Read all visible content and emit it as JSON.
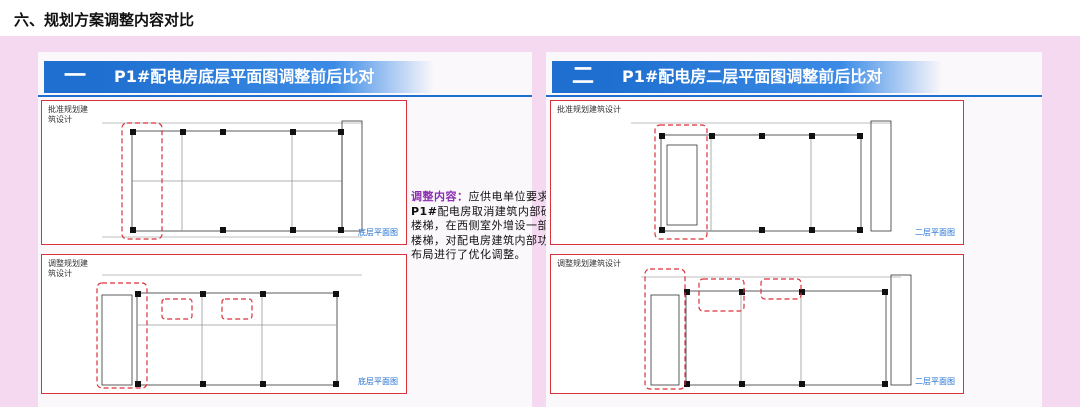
{
  "page_title": "六、规划方案调整内容对比",
  "panels": [
    {
      "number": "一",
      "title": "P1#配电房底层平面图调整前后比对",
      "top_plan": {
        "label": "批准规划建筑设计",
        "caption": "底层平面图"
      },
      "bottom_plan": {
        "label": "调整规划建筑设计",
        "caption": "底层平面图"
      }
    },
    {
      "number": "二",
      "title": "P1#配电房二层平面图调整前后比对",
      "top_plan": {
        "label": "批准规划建筑设计",
        "caption": "二层平面图"
      },
      "bottom_plan": {
        "label": "调整规划建筑设计",
        "caption": "二层平面图"
      }
    }
  ],
  "note": {
    "heading": "调整内容",
    "colon": "：",
    "text1": "应供电单位要求，",
    "bold": "P1#",
    "text2": "配电房取消建筑内部砼楼梯，在西侧室外增设一部钢楼梯，对配电房建筑内部功能布局进行了优化调整。"
  },
  "colors": {
    "accent_blue": "#1f6fd0",
    "frame_red": "#d9323b",
    "note_purple": "#8b2fb0",
    "background_pink": "#f4d9f1"
  }
}
